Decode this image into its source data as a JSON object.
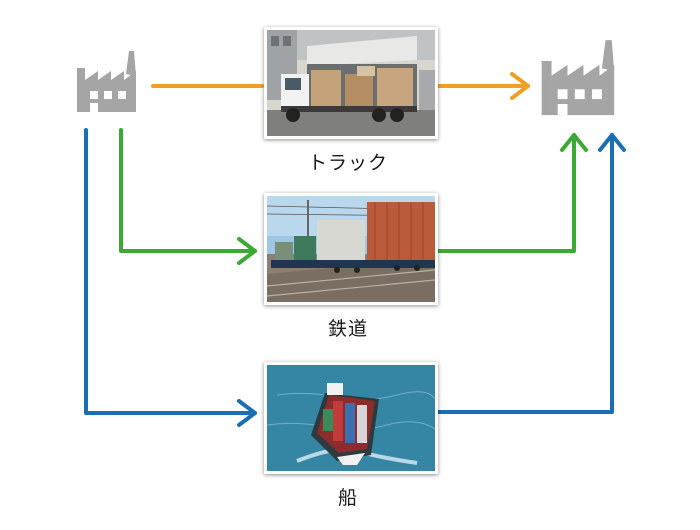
{
  "diagram": {
    "modes": [
      {
        "id": "truck",
        "label": "トラック",
        "arrow_color": "#f0a020"
      },
      {
        "id": "rail",
        "label": "鉄道",
        "arrow_color": "#3aaa35"
      },
      {
        "id": "ship",
        "label": "船",
        "arrow_color": "#1a6fb4"
      }
    ],
    "factory_color": "#a5a5a5",
    "origin_icon": "factory-icon",
    "destination_icon": "factory-icon"
  }
}
